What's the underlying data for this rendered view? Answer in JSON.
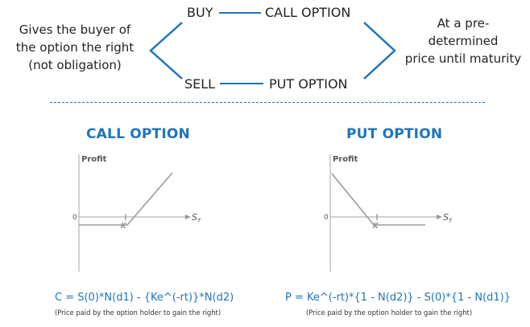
{
  "top": {
    "left_text": [
      "Gives the buyer of",
      "the option the right",
      "(not obligation)"
    ],
    "right_text": [
      "At a pre-",
      "determined",
      "price until maturity"
    ],
    "buy_label": "BUY",
    "sell_label": "SELL",
    "call_label": "CALL OPTION",
    "put_label": "PUT OPTION"
  },
  "call": {
    "title": "CALL OPTION",
    "y_axis_label": "Profit",
    "zero_label": "0",
    "strike_label": "K",
    "x_axis_label": "S",
    "x_axis_sub": "T",
    "formula": "C = S(0)*N(d1) - {Ke^(-rt)}*N(d2)",
    "note": "(Price paid by the option holder to gain the right)"
  },
  "put": {
    "title": "PUT OPTION",
    "y_axis_label": "Profit",
    "zero_label": "0",
    "strike_label": "K",
    "x_axis_label": "S",
    "x_axis_sub": "T",
    "formula": "P = Ke^(-rt)*{1 - N(d2)} - S(0)*{1 - N(d1)}",
    "note": "(Price paid by the option holder to gain the right)"
  },
  "colors": {
    "accent": "#1e74bb",
    "payoff_line": "#9a9a9a",
    "axis": "#b5b5b5"
  }
}
